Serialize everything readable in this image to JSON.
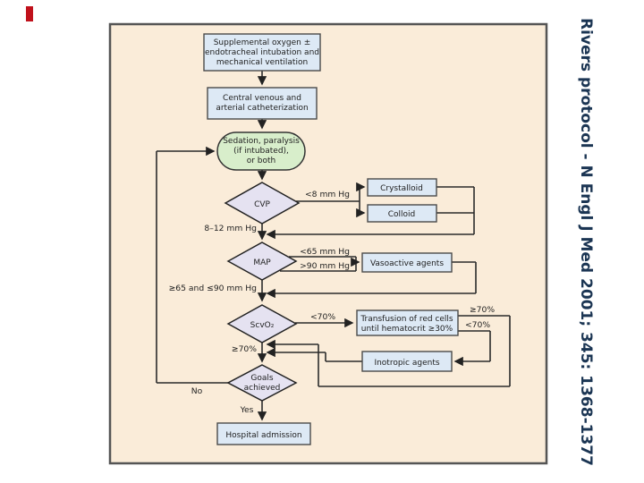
{
  "caption": {
    "text": "Rivers protocol - N Engl J Med 2001; 345: 1368-1377",
    "color": "#1b3553"
  },
  "marker": {
    "color": "#c0111b"
  },
  "panel": {
    "background": "#faecd9",
    "border": "#555555"
  },
  "nodes": {
    "supplemental": {
      "l1": "Supplemental oxygen ±",
      "l2": "endotracheal intubation and",
      "l3": "mechanical ventilation"
    },
    "catheter": {
      "l1": "Central venous and",
      "l2": "arterial catheterization"
    },
    "sedation": {
      "l1": "Sedation, paralysis",
      "l2": "(if intubated),",
      "l3": "or both"
    },
    "cvp": {
      "label": "CVP"
    },
    "crystalloid": {
      "label": "Crystalloid"
    },
    "colloid": {
      "label": "Colloid"
    },
    "map": {
      "label": "MAP"
    },
    "vasoactive": {
      "label": "Vasoactive agents"
    },
    "scvo2": {
      "label": "ScvO₂"
    },
    "transfusion": {
      "l1": "Transfusion of red cells",
      "l2": "until hematocrit ≥30%"
    },
    "inotropic": {
      "label": "Inotropic agents"
    },
    "goals": {
      "l1": "Goals",
      "l2": "achieved"
    },
    "hospital": {
      "label": "Hospital admission"
    }
  },
  "edges": {
    "cvp_low": "<8 mm Hg",
    "cvp_target": "8–12 mm Hg",
    "map_low": "<65 mm Hg",
    "map_high": ">90 mm Hg",
    "map_target": "≥65 and ≤90 mm Hg",
    "scvo2_low": "<70%",
    "scvo2_target": "≥70%",
    "transfusion_high": "≥70%",
    "transfusion_low": "<70%",
    "no": "No",
    "yes": "Yes"
  },
  "colors": {
    "box_fill": "#dde9f5",
    "diamond_fill": "#e5e2f1",
    "oval_fill": "#d8eecb",
    "line": "#2b2b2b"
  }
}
